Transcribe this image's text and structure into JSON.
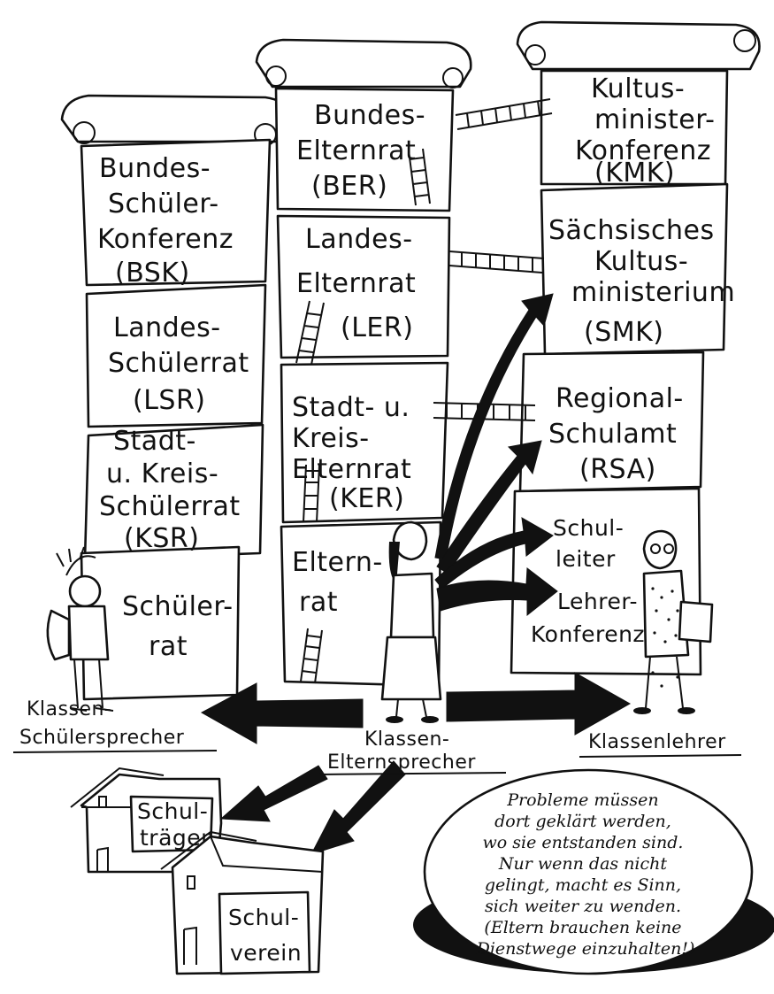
{
  "columns": {
    "left": [
      {
        "label": [
          "Bundes-",
          "Schüler-",
          "Konferenz",
          "(BSK)"
        ]
      },
      {
        "label": [
          "Landes-",
          "Schülerrat",
          "(LSR)"
        ]
      },
      {
        "label": [
          "Stadt-",
          "u. Kreis-",
          "Schülerrat",
          "(KSR)"
        ]
      },
      {
        "label": [
          "Schüler-",
          "rat"
        ]
      }
    ],
    "middle": [
      {
        "label": [
          "Bundes-",
          "Elternrat",
          "(BER)"
        ]
      },
      {
        "label": [
          "Landes-",
          "Elternrat",
          "(LER)"
        ]
      },
      {
        "label": [
          "Stadt- u.",
          "Kreis-",
          "Elternrat",
          "(KER)"
        ]
      },
      {
        "label": [
          "Eltern-",
          "rat"
        ]
      }
    ],
    "right": [
      {
        "label": [
          "Kultus-",
          "minister-",
          "Konferenz",
          "(KMK)"
        ]
      },
      {
        "label": [
          "Sächsisches",
          "Kultus-",
          "ministerium",
          "(SMK)"
        ]
      },
      {
        "label": [
          "Regional-",
          "Schulamt",
          "(RSA)"
        ]
      },
      {
        "label": [
          "Schul-",
          "leiter"
        ]
      },
      {
        "label": [
          "Lehrer-",
          "Konferenz"
        ]
      }
    ]
  },
  "people": {
    "left": [
      "Klassen-",
      "Schülersprecher"
    ],
    "middle": [
      "Klassen-",
      "Elternsprecher"
    ],
    "right": [
      "Klassenlehrer"
    ]
  },
  "houses": {
    "traeger": [
      "Schul-",
      "träger"
    ],
    "verein": [
      "Schul-",
      "verein"
    ]
  },
  "note": [
    "Probleme müssen",
    "dort geklärt werden,",
    "wo sie entstanden sind.",
    "Nur wenn das nicht",
    "gelingt, macht es Sinn,",
    "sich weiter zu wenden.",
    "(Eltern brauchen keine",
    "Dienstwege einzuhalten!)"
  ]
}
